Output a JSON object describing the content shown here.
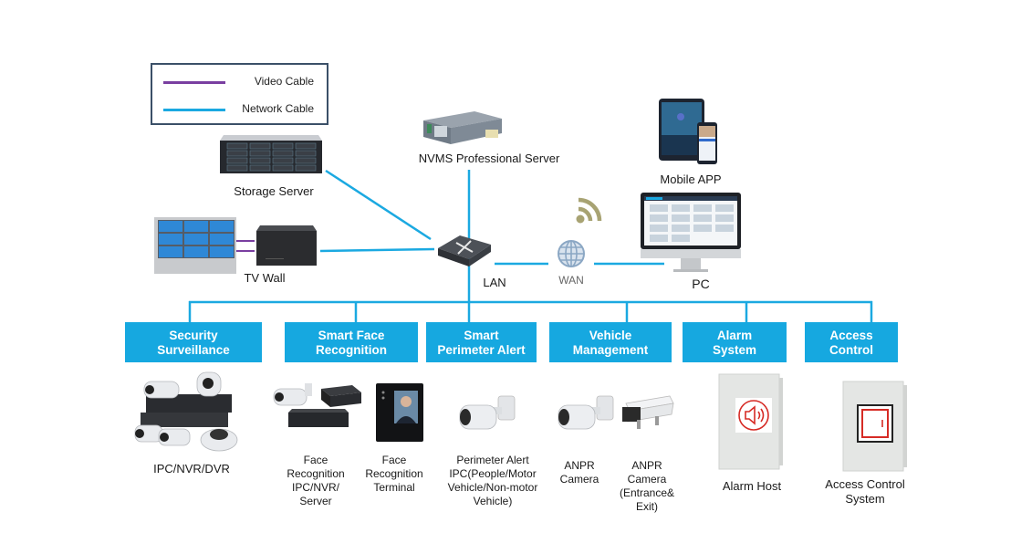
{
  "legend": {
    "items": [
      {
        "label": "Video Cable",
        "color": "#7a3fa0"
      },
      {
        "label": "Network Cable",
        "color": "#1ba9e1"
      }
    ]
  },
  "colors": {
    "network": "#1ba9e1",
    "video": "#7a3fa0",
    "category_fill": "#16a8e0",
    "category_text": "#ffffff"
  },
  "nodes": {
    "storage_server": "Storage Server",
    "nvms_server": "NVMS Professional Server",
    "mobile_app": "Mobile APP",
    "tv_wall": "TV Wall",
    "lan": "LAN",
    "wan": "WAN",
    "pc": "PC"
  },
  "categories": [
    {
      "title_line1": "Security",
      "title_line2": "Surveillance",
      "devices": [
        {
          "lines": [
            "IPC/NVR/DVR"
          ]
        }
      ]
    },
    {
      "title_line1": "Smart Face",
      "title_line2": "Recognition",
      "devices": [
        {
          "lines": [
            "Face",
            "Recognition",
            "IPC/NVR/",
            "Server"
          ]
        },
        {
          "lines": [
            "Face",
            "Recognition",
            "Terminal"
          ]
        }
      ]
    },
    {
      "title_line1": "Smart",
      "title_line2": "Perimeter Alert",
      "devices": [
        {
          "lines": [
            "Perimeter Alert",
            "IPC(People/Motor",
            "Vehicle/Non-motor",
            "Vehicle)"
          ]
        }
      ]
    },
    {
      "title_line1": "Vehicle",
      "title_line2": "Management",
      "devices": [
        {
          "lines": [
            "ANPR",
            "Camera"
          ]
        },
        {
          "lines": [
            "ANPR",
            "Camera",
            "(Entrance&",
            "Exit)"
          ]
        }
      ]
    },
    {
      "title_line1": "Alarm",
      "title_line2": "System",
      "devices": [
        {
          "lines": [
            "Alarm Host"
          ]
        }
      ]
    },
    {
      "title_line1": "Access",
      "title_line2": "Control",
      "devices": [
        {
          "lines": [
            "Access Control",
            "System"
          ]
        }
      ]
    }
  ]
}
